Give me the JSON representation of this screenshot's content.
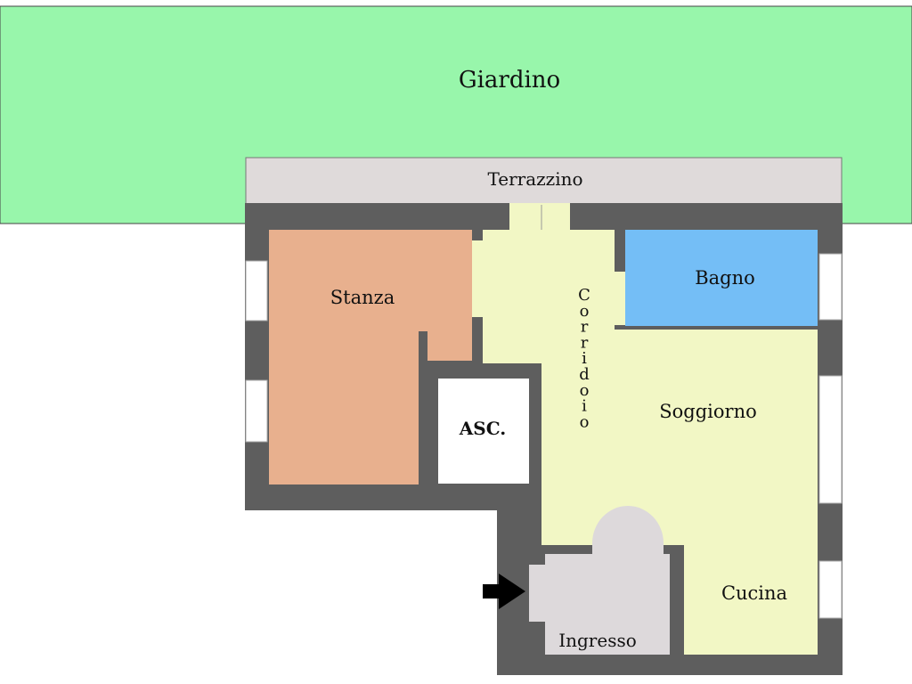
{
  "rooms": {
    "giardino": {
      "label": "Giardino"
    },
    "terrazzino": {
      "label": "Terrazzino"
    },
    "stanza": {
      "label": "Stanza"
    },
    "corridoio": {
      "label": "Corridoio",
      "letters": [
        "C",
        "o",
        "r",
        "r",
        "i",
        "d",
        "o",
        "i",
        "o"
      ]
    },
    "bagno": {
      "label": "Bagno"
    },
    "soggiorno": {
      "label": "Soggiorno"
    },
    "ascensore": {
      "label": "ASC."
    },
    "cucina": {
      "label": "Cucina"
    },
    "ingresso": {
      "label": "Ingresso"
    }
  },
  "icons": {
    "entrance": "entrance-arrow-icon"
  },
  "colors": {
    "garden": "#98F6AB",
    "terrace": "#DFDADA",
    "wall": "#5E5E5E",
    "stanza": "#E8B08E",
    "bagno": "#74BEF6",
    "living": "#F2F7C5",
    "ingresso": "#DDD9DB",
    "elevator": "#FFFFFF",
    "window": "#FFFFFF"
  }
}
